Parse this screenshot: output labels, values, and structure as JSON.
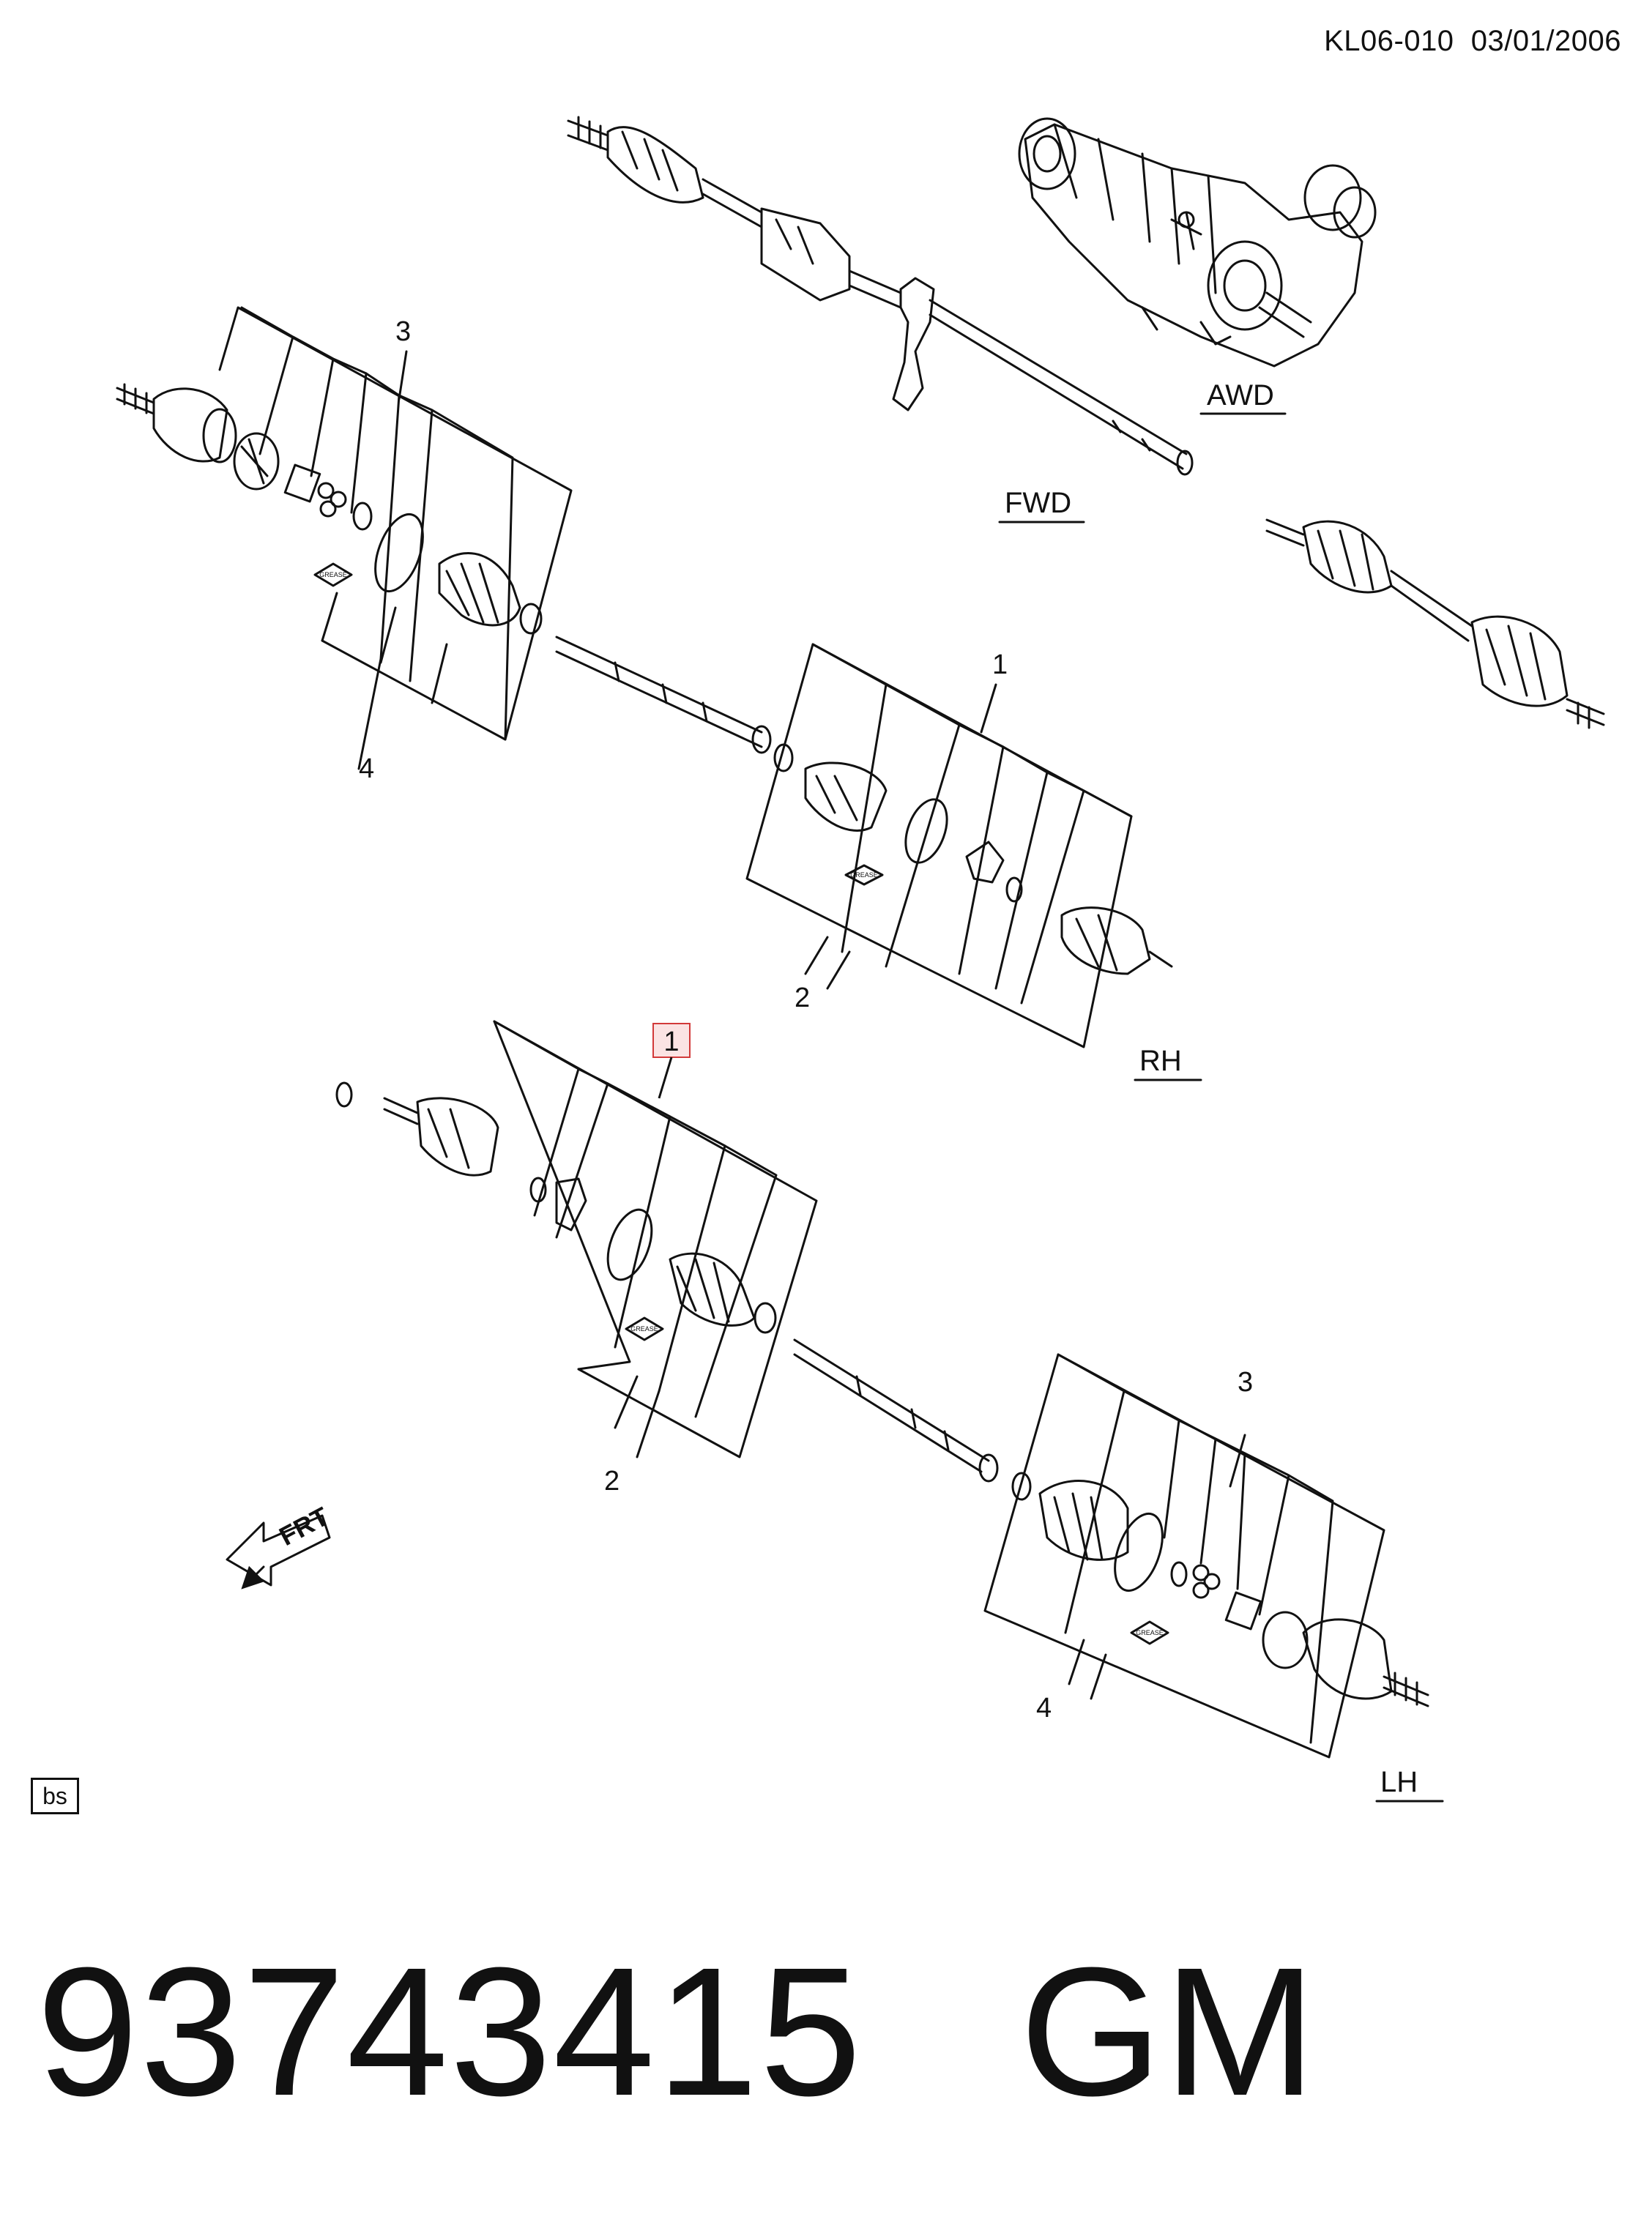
{
  "header": {
    "code": "KL06-010",
    "date": "03/01/2006"
  },
  "views": {
    "awd": "AWD",
    "fwd": "FWD",
    "rh": "RH",
    "lh": "LH"
  },
  "callouts": {
    "rh_outer_kit": "3",
    "rh_outer_boot": "4",
    "rh_inner_kit": "1",
    "rh_inner_boot": "2",
    "lh_inner_kit": "1",
    "lh_inner_boot": "2",
    "lh_outer_kit": "3",
    "lh_outer_boot": "4"
  },
  "grease_label": "GREASE",
  "frt_label": "FRT",
  "bs_label": "bs",
  "part": {
    "number": "93743415",
    "brand": "GM"
  },
  "colors": {
    "line": "#111111",
    "highlight_border": "#d23a3a",
    "highlight_fill": "#fbe3e3"
  }
}
